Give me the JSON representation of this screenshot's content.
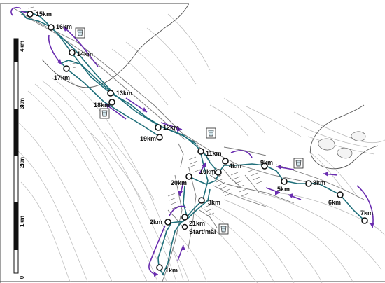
{
  "map": {
    "route_color": "#1f6f7a",
    "arrow_color": "#6a2db0",
    "background": "#ffffff"
  },
  "scale_bar": {
    "labels": [
      "0",
      "1km",
      "2km",
      "3km",
      "4km"
    ]
  },
  "km_markers": [
    {
      "id": "15km",
      "label": "15km"
    },
    {
      "id": "16km",
      "label": "16km"
    },
    {
      "id": "14km",
      "label": "14km"
    },
    {
      "id": "17km",
      "label": "17km"
    },
    {
      "id": "13km",
      "label": "13km"
    },
    {
      "id": "18km",
      "label": "18km"
    },
    {
      "id": "12km",
      "label": "12km"
    },
    {
      "id": "19km",
      "label": "19km"
    },
    {
      "id": "11km",
      "label": "11km"
    },
    {
      "id": "4km",
      "label": "4km"
    },
    {
      "id": "9km",
      "label": "9km"
    },
    {
      "id": "10km",
      "label": "10km"
    },
    {
      "id": "20km",
      "label": "20km"
    },
    {
      "id": "5km",
      "label": "5km"
    },
    {
      "id": "8km",
      "label": "8km"
    },
    {
      "id": "3km",
      "label": "3km"
    },
    {
      "id": "6km",
      "label": "6km"
    },
    {
      "id": "7km",
      "label": "7km"
    },
    {
      "id": "2km",
      "label": "2km"
    },
    {
      "id": "21km",
      "label": "21km"
    },
    {
      "id": "startmal",
      "label": "Start/mål"
    },
    {
      "id": "1km",
      "label": "1km"
    }
  ],
  "drink_stations": [
    {
      "id": "drink-16km",
      "icon": "cup-icon"
    },
    {
      "id": "drink-18km",
      "icon": "cup-icon"
    },
    {
      "id": "drink-11km",
      "icon": "cup-icon"
    },
    {
      "id": "drink-9km",
      "icon": "cup-icon"
    },
    {
      "id": "drink-startmal",
      "icon": "cup-icon"
    }
  ]
}
